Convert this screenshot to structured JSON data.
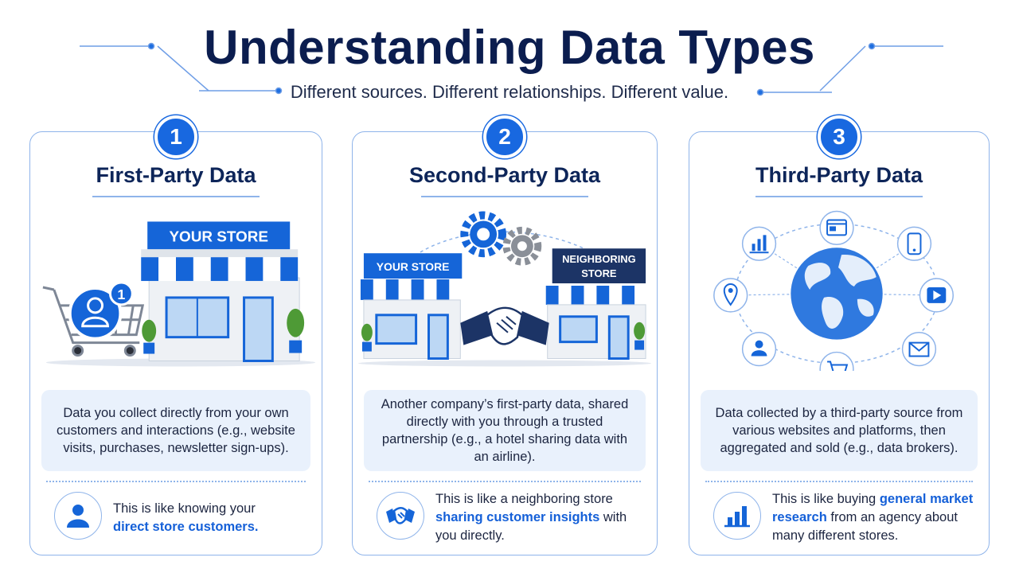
{
  "header": {
    "title": "Understanding Data Types",
    "subtitle": "Different sources. Different relationships. Different value."
  },
  "colors": {
    "accent": "#1868e0",
    "navy": "#0d2559",
    "panel": "#e9f1fc",
    "border": "#8fb4ea"
  },
  "cards": [
    {
      "number": "1",
      "title": "First-Party Data",
      "illustration": {
        "store_sign": "YOUR STORE",
        "badge": "1",
        "icons": [
          "store-icon",
          "shopping-cart-icon",
          "user-icon",
          "plant-icon"
        ]
      },
      "description": "Data you collect directly from your own customers and interactions (e.g., website visits, purchases, newsletter sign-ups).",
      "analogy_icon": "user-icon",
      "analogy": {
        "pre": "This is like knowing your ",
        "highlight": "direct store customers.",
        "post": ""
      }
    },
    {
      "number": "2",
      "title": "Second-Party Data",
      "illustration": {
        "store_sign": "YOUR STORE",
        "neighbor_sign_line1": "NEIGHBORING",
        "neighbor_sign_line2": "STORE",
        "icons": [
          "gear-icon",
          "handshake-icon",
          "store-icon"
        ]
      },
      "description": "Another company’s first-party data, shared directly with you through a trusted partnership (e.g., a hotel sharing data with an airline).",
      "analogy_icon": "handshake-icon",
      "analogy": {
        "pre": "This is like a neighboring store ",
        "highlight": "sharing customer insights",
        "post": " with you directly."
      }
    },
    {
      "number": "3",
      "title": "Third-Party Data",
      "illustration": {
        "icons": [
          "globe-icon",
          "browser-icon",
          "mobile-icon",
          "video-play-icon",
          "email-icon",
          "cart-icon",
          "user-icon",
          "location-pin-icon",
          "bar-chart-icon"
        ]
      },
      "description": "Data collected by a third-party source from various websites and platforms, then aggregated and sold (e.g., data brokers).",
      "analogy_icon": "bar-chart-icon",
      "analogy": {
        "pre": "This is like buying ",
        "highlight": "general market research",
        "post": " from an agency about many different stores."
      }
    }
  ]
}
